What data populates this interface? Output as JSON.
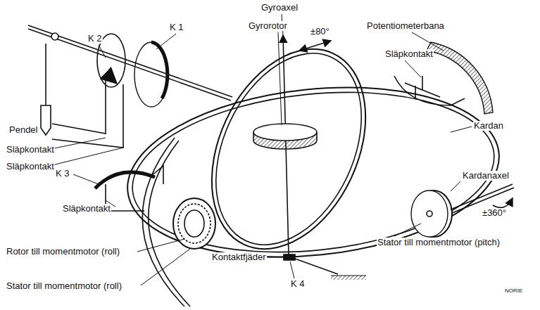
{
  "diagram": {
    "labels": [
      "Gyroaxel",
      "K 1",
      "Gyrorotor",
      "±80°",
      "Potentiometerbana",
      "K 2",
      "Släpkontakt",
      "Kardan",
      "Pendel",
      "Släpkontakt",
      "Släpkontakt",
      "K 3",
      "Kardanaxel",
      "±360°",
      "Släpkontakt",
      "Stator till momentmotor (pitch)",
      "Rotor till momentmotor (roll)",
      "Kontaktfjäder",
      "K 4",
      "Stator till momentmotor (roll)",
      "NORIE"
    ]
  }
}
